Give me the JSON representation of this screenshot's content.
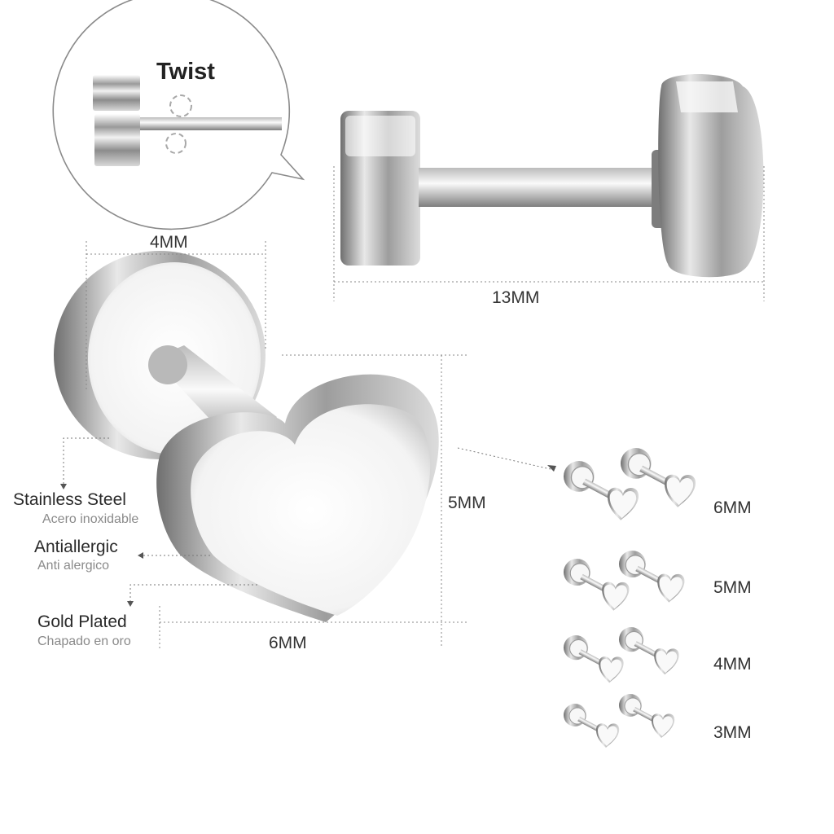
{
  "callout": {
    "twist_label": "Twist"
  },
  "dimensions": {
    "top_length": "13MM",
    "disc_width": "4MM",
    "heart_height": "5MM",
    "heart_width": "6MM"
  },
  "features": [
    {
      "main": "Stainless Steel",
      "sub": "Acero inoxidable"
    },
    {
      "main": "Antiallergic",
      "sub": "Anti alergico"
    },
    {
      "main": "Gold Plated",
      "sub": "Chapado en oro"
    }
  ],
  "sizes": [
    "6MM",
    "5MM",
    "4MM",
    "3MM"
  ],
  "colors": {
    "metal_light": "#f4f4f4",
    "metal_mid": "#bdbdbd",
    "metal_dark": "#7a7a7a",
    "line": "#888888"
  }
}
